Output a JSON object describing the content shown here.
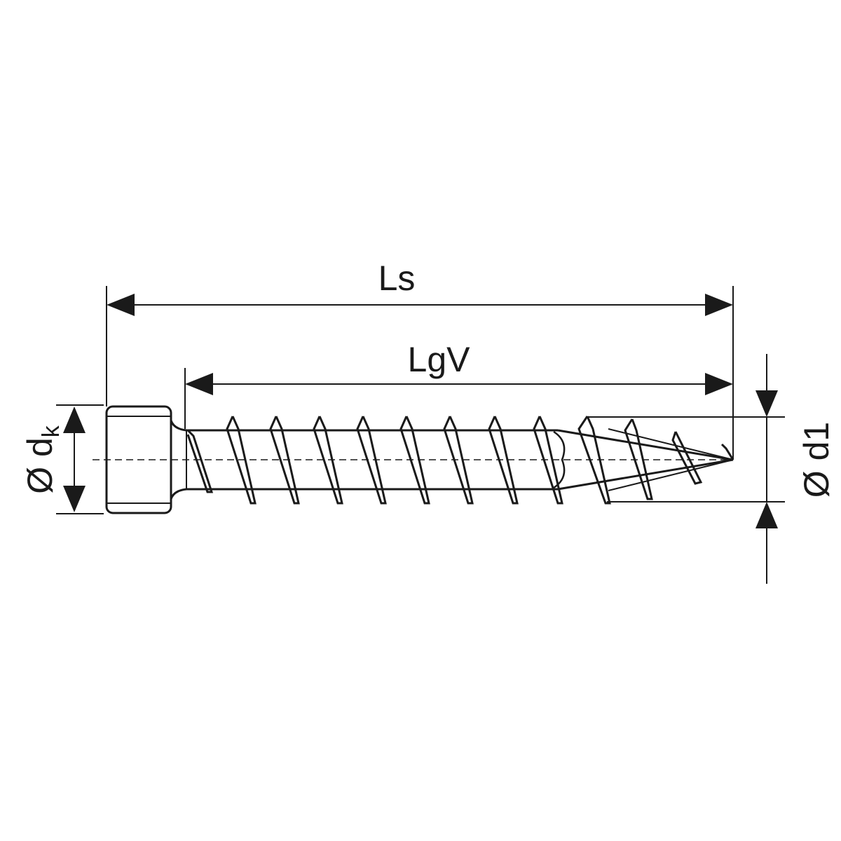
{
  "diagram": {
    "type": "technical-drawing",
    "subject": "screw with cylindrical head",
    "colors": {
      "line": "#1a1a1a",
      "background": "#ffffff"
    },
    "labels": {
      "overall_length": "Ls",
      "thread_length": "LgV",
      "head_diameter_symbol": "Ø d",
      "head_diameter_subscript": "k",
      "thread_diameter": "Ø d1"
    }
  }
}
